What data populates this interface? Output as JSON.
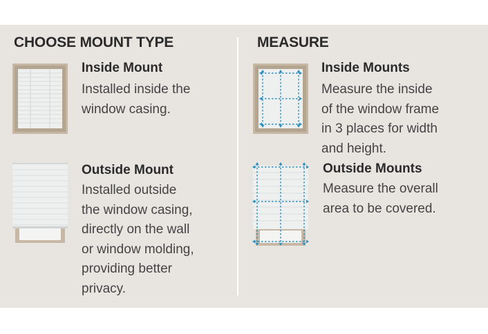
{
  "mount": {
    "heading": "CHOOSE MOUNT TYPE",
    "inside": {
      "title": "Inside Mount",
      "description": "Installed inside the\nwindow casing.",
      "icon": "inside-mount-window-icon"
    },
    "outside": {
      "title": "Outside Mount",
      "description": "Installed outside\nthe window casing,\ndirectly on the wall\nor window molding,\nproviding better\nprivacy.",
      "icon": "outside-mount-window-icon"
    }
  },
  "measure": {
    "heading": "MEASURE",
    "inside": {
      "title": "Inside Mounts",
      "description": "Measure the inside\nof the window frame\nin 3 places for width\nand height.",
      "icon": "inside-measure-diagram-icon"
    },
    "outside": {
      "title": "Outside Mounts",
      "description": "Measure the overall\narea to be covered.",
      "icon": "outside-measure-diagram-icon"
    }
  },
  "colors": {
    "panel": "#e8e5e1",
    "frame": "#c6b8a4",
    "blind": "#eef0f0",
    "measure_line": "#2b8fc0"
  }
}
